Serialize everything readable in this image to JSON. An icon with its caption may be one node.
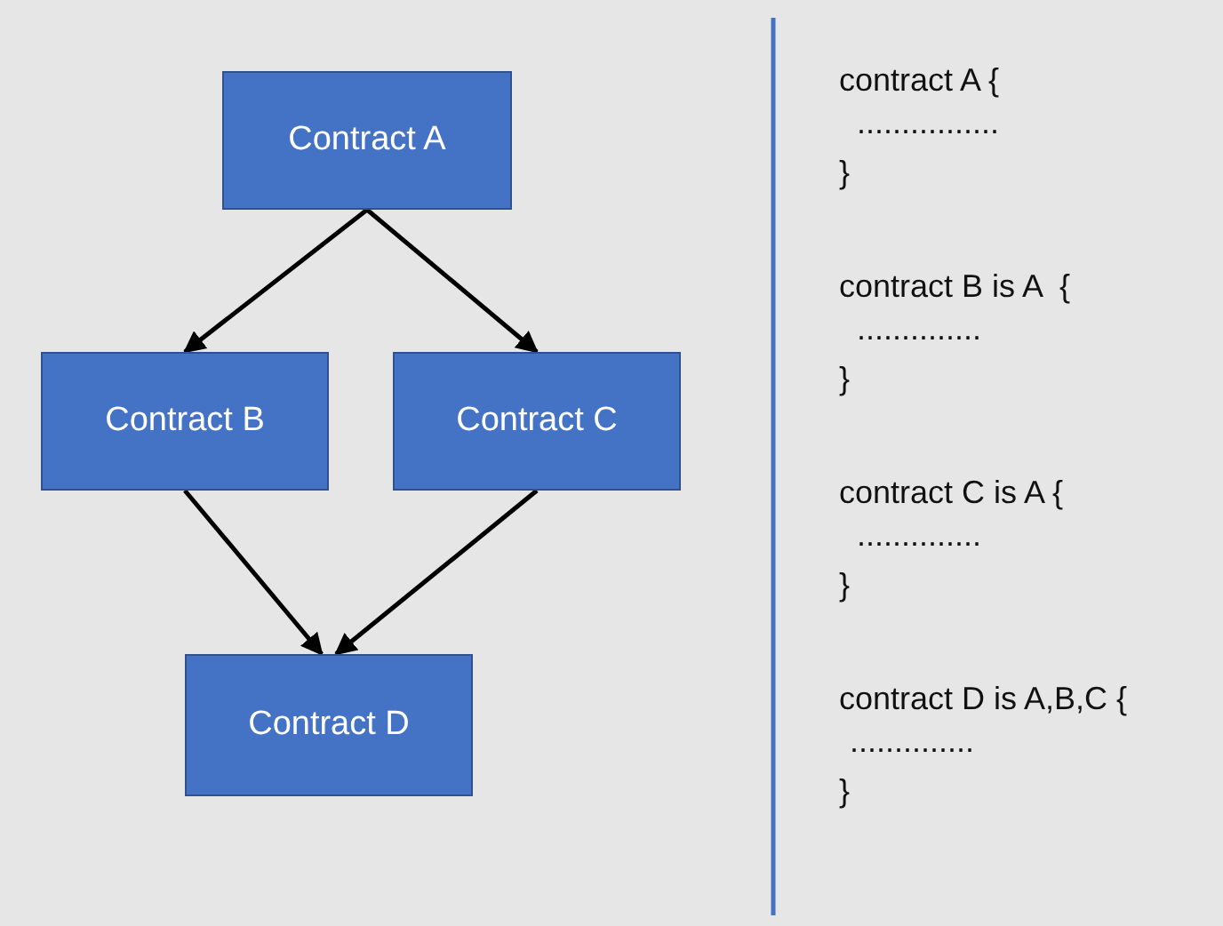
{
  "diagram": {
    "nodes": [
      {
        "text": [
          "Contract A"
        ]
      },
      {
        "text": [
          "Contract B"
        ]
      },
      {
        "text": [
          "Contract C"
        ]
      },
      {
        "text": [
          "Contract D"
        ]
      }
    ],
    "edges": [
      {
        "from": 0,
        "to": 1,
        "arrow": "to"
      },
      {
        "from": 0,
        "to": 2,
        "arrow": "to"
      },
      {
        "from": 1,
        "to": 3,
        "arrow": "to"
      },
      {
        "from": 2,
        "to": 3,
        "arrow": "to"
      }
    ],
    "labels": [
      "contract A {",
      "................",
      "}",
      "contract B is A  {",
      "..............",
      "}",
      "contract C is A {",
      "..............",
      "}",
      "contract D is A,B,C {",
      "..............",
      "}"
    ]
  }
}
